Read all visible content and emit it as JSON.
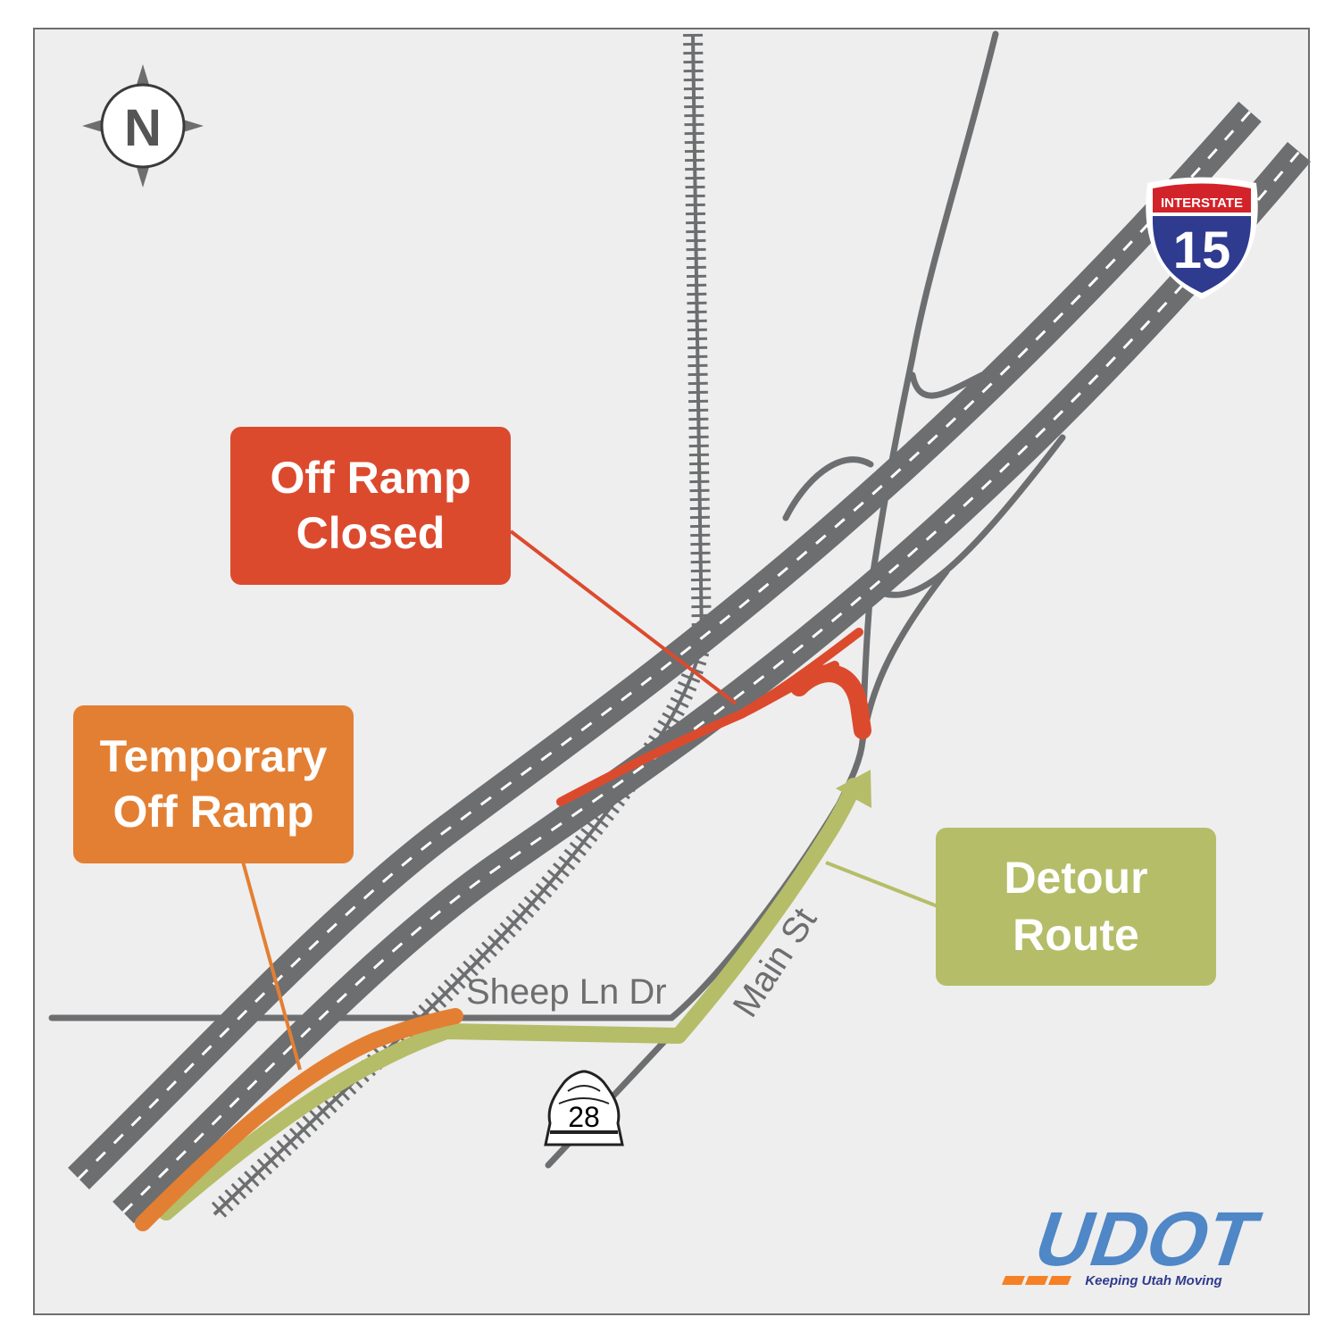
{
  "compass": {
    "label": "N"
  },
  "interstate_shield": {
    "banner": "INTERSTATE",
    "number": "15"
  },
  "state_route_shield": {
    "number": "28"
  },
  "roads": {
    "sheep_ln": "Sheep Ln Dr",
    "main_st": "Main St"
  },
  "callouts": {
    "closed": {
      "line1": "Off Ramp",
      "line2": "Closed"
    },
    "temporary": {
      "line1": "Temporary",
      "line2": "Off Ramp"
    },
    "detour": {
      "line1": "Detour",
      "line2": "Route"
    }
  },
  "logo": {
    "name": "UDOT",
    "tagline": "Keeping Utah Moving"
  },
  "colors": {
    "background": "#eeeeee",
    "road": "#6d6e70",
    "closed": "#dc4a2e",
    "temporary": "#e37f33",
    "detour": "#b5bd68",
    "udot_blue": "#4f87c7",
    "udot_orange": "#f58025",
    "shield_red": "#d2232a",
    "shield_blue": "#2e3b8f"
  }
}
